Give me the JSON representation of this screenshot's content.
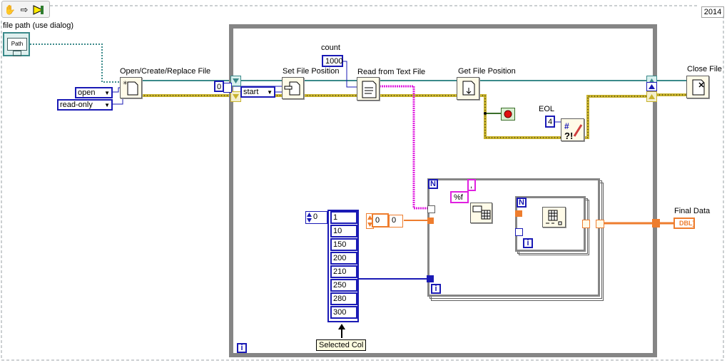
{
  "toolbar": {
    "icons": [
      "hand-icon",
      "arrow-right-icon",
      "run-arrow-icon"
    ]
  },
  "version": "2014",
  "labels": {
    "file_path": "file path (use dialog)",
    "open_create": "Open/Create/Replace File",
    "set_pos": "Set File Position",
    "read_text": "Read from Text File",
    "get_pos": "Get File Position",
    "close_file": "Close File",
    "count": "count",
    "eol": "EOL",
    "final_data": "Final Data",
    "selected_col": "Selected Col"
  },
  "constants": {
    "path_ctl": "Path",
    "open_mode": "open",
    "access": "read-only",
    "offset": "0",
    "from": "start",
    "count_val": "1000",
    "eol_val": "4",
    "delimiter": ",",
    "format": "%f",
    "array_index": "0",
    "init_val": "0",
    "init_val2": "0",
    "final_type": "DBL]",
    "loop_n": "N",
    "loop_i": "i",
    "while_i": "i"
  },
  "selected_col_values": [
    "1",
    "10",
    "150",
    "200",
    "210",
    "250",
    "280",
    "300"
  ],
  "colors": {
    "refnum_wire": "#3b8a8a",
    "error_wire": "#c7b22d",
    "string_wire": "#e020e0",
    "dbl_wire": "#ee7d2e",
    "int_wire": "#1a1ab5",
    "frame_gray": "#858585"
  }
}
